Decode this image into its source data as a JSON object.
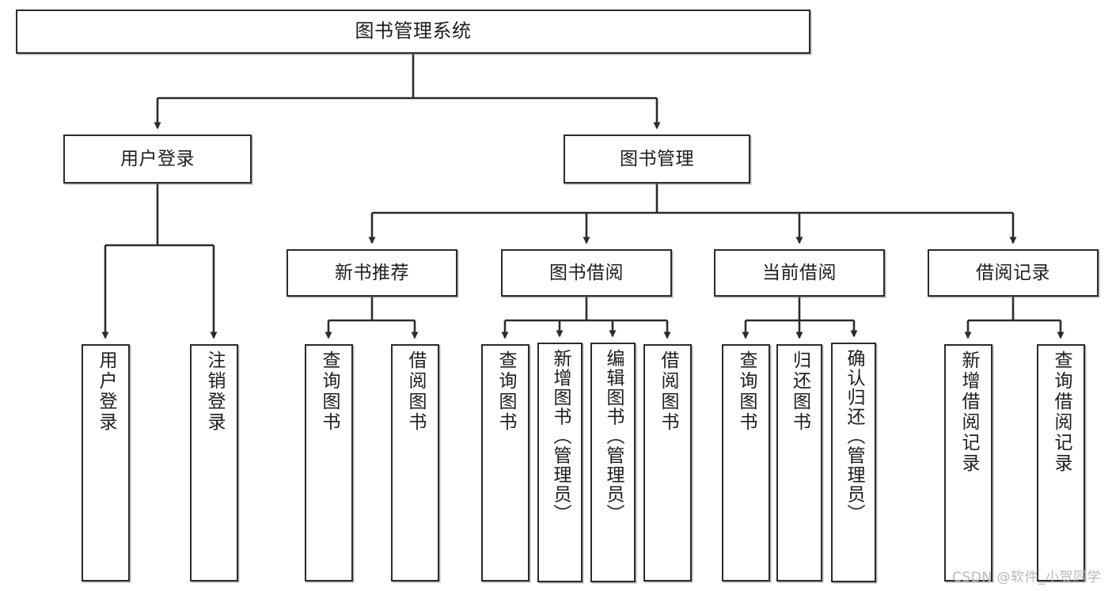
{
  "diagram": {
    "type": "tree-hierarchy",
    "title": "图书管理系统",
    "orientation": "top-down",
    "line_color": "#2b2b2b",
    "box_fill": "#ffffff",
    "text_color": "#1d1d1d",
    "root": {
      "label": "图书管理系统"
    },
    "level2": [
      {
        "label": "用户登录"
      },
      {
        "label": "图书管理"
      }
    ],
    "level3": [
      {
        "label": "新书推荐"
      },
      {
        "label": "图书借阅"
      },
      {
        "label": "当前借阅"
      },
      {
        "label": "借阅记录"
      }
    ],
    "leaves": {
      "user_login": [
        {
          "label": "用户登录"
        },
        {
          "label": "注销登录"
        }
      ],
      "new_book_recommend": [
        {
          "label": "查询图书"
        },
        {
          "label": "借阅图书"
        }
      ],
      "book_borrow": [
        {
          "label": "查询图书"
        },
        {
          "label": "新增图书（管理员）"
        },
        {
          "label": "编辑图书（管理员）"
        },
        {
          "label": "借阅图书"
        }
      ],
      "current_borrow": [
        {
          "label": "查询图书"
        },
        {
          "label": "归还图书"
        },
        {
          "label": "确认归还（管理员）"
        }
      ],
      "borrow_record": [
        {
          "label": "新增借阅记录"
        },
        {
          "label": "查询借阅记录"
        }
      ]
    }
  },
  "watermark": {
    "text": "CSDN @软件_小贺同学",
    "color": "#b9b9b9"
  }
}
